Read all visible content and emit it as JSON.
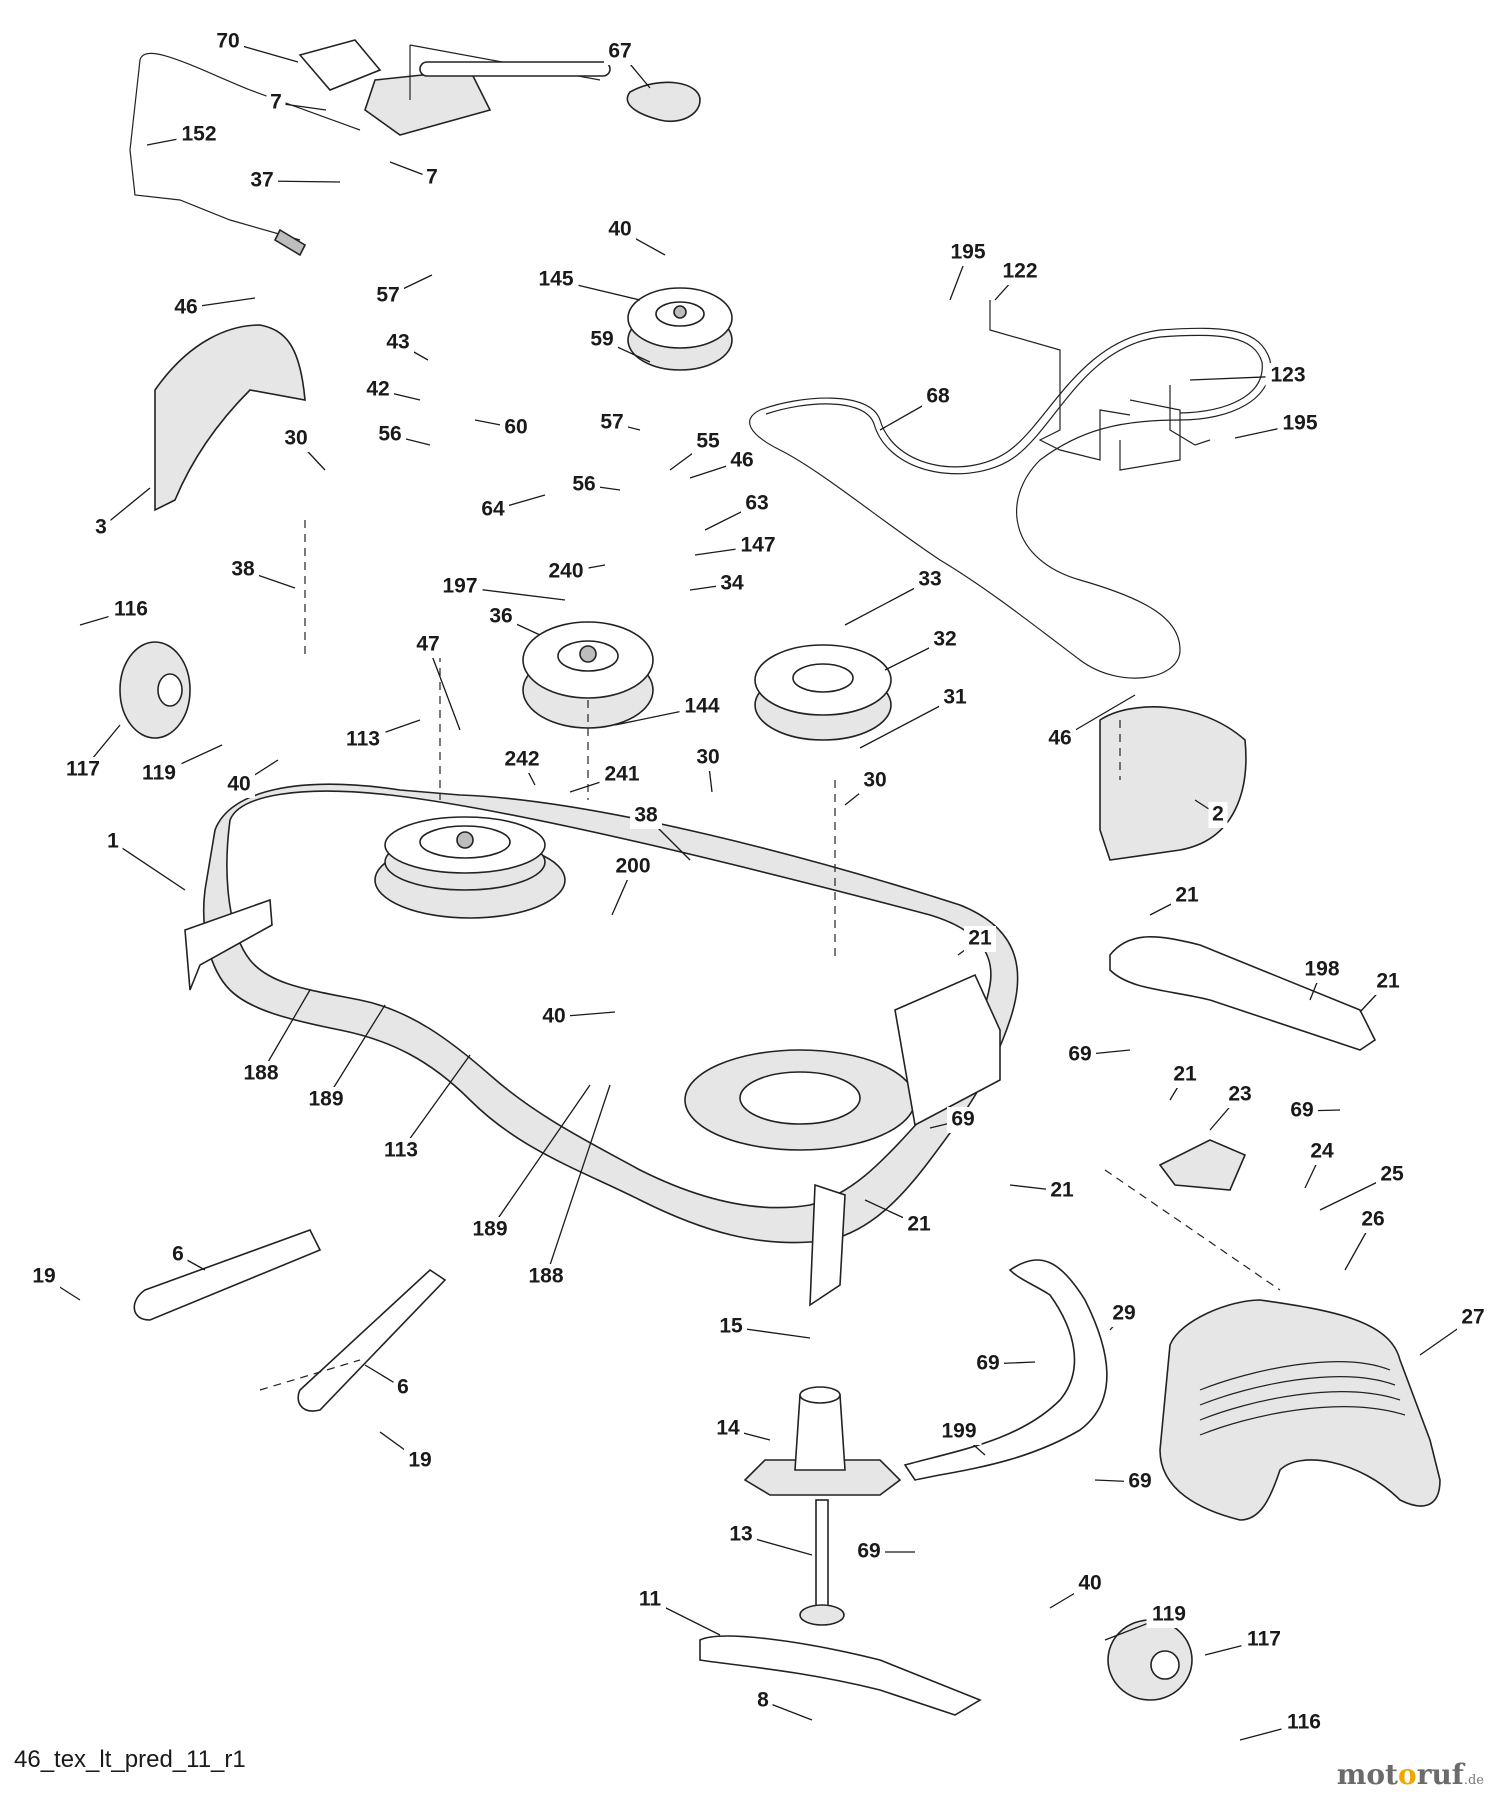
{
  "diagram_id": "46_tex_lt_pred_11_r1",
  "brand": {
    "name_start": "mot",
    "name_mid": "o",
    "name_end": "ruf",
    "tld": ".de"
  },
  "labels": [
    {
      "id": "70",
      "text": "70"
    },
    {
      "id": "67",
      "text": "67"
    },
    {
      "id": "7a",
      "text": "7"
    },
    {
      "id": "7b",
      "text": "7"
    },
    {
      "id": "152",
      "text": "152"
    },
    {
      "id": "37",
      "text": "37"
    },
    {
      "id": "40a",
      "text": "40"
    },
    {
      "id": "145",
      "text": "145"
    },
    {
      "id": "195a",
      "text": "195"
    },
    {
      "id": "122",
      "text": "122"
    },
    {
      "id": "46a",
      "text": "46"
    },
    {
      "id": "57a",
      "text": "57"
    },
    {
      "id": "59",
      "text": "59"
    },
    {
      "id": "43",
      "text": "43"
    },
    {
      "id": "123",
      "text": "123"
    },
    {
      "id": "42",
      "text": "42"
    },
    {
      "id": "68",
      "text": "68"
    },
    {
      "id": "195b",
      "text": "195"
    },
    {
      "id": "30a",
      "text": "30"
    },
    {
      "id": "56a",
      "text": "56"
    },
    {
      "id": "60",
      "text": "60"
    },
    {
      "id": "57b",
      "text": "57"
    },
    {
      "id": "55",
      "text": "55"
    },
    {
      "id": "46b",
      "text": "46"
    },
    {
      "id": "3",
      "text": "3"
    },
    {
      "id": "64",
      "text": "64"
    },
    {
      "id": "56b",
      "text": "56"
    },
    {
      "id": "63",
      "text": "63"
    },
    {
      "id": "147",
      "text": "147"
    },
    {
      "id": "38a",
      "text": "38"
    },
    {
      "id": "240",
      "text": "240"
    },
    {
      "id": "34",
      "text": "34"
    },
    {
      "id": "33",
      "text": "33"
    },
    {
      "id": "197",
      "text": "197"
    },
    {
      "id": "116a",
      "text": "116"
    },
    {
      "id": "36",
      "text": "36"
    },
    {
      "id": "32",
      "text": "32"
    },
    {
      "id": "47",
      "text": "47"
    },
    {
      "id": "144",
      "text": "144"
    },
    {
      "id": "31",
      "text": "31"
    },
    {
      "id": "46c",
      "text": "46"
    },
    {
      "id": "113a",
      "text": "113"
    },
    {
      "id": "117a",
      "text": "117"
    },
    {
      "id": "119a",
      "text": "119"
    },
    {
      "id": "40b",
      "text": "40"
    },
    {
      "id": "242",
      "text": "242"
    },
    {
      "id": "241",
      "text": "241"
    },
    {
      "id": "30b",
      "text": "30"
    },
    {
      "id": "30c",
      "text": "30"
    },
    {
      "id": "2",
      "text": "2"
    },
    {
      "id": "38b",
      "text": "38"
    },
    {
      "id": "200",
      "text": "200"
    },
    {
      "id": "1",
      "text": "1"
    },
    {
      "id": "21a",
      "text": "21"
    },
    {
      "id": "21b",
      "text": "21"
    },
    {
      "id": "198",
      "text": "198"
    },
    {
      "id": "21c",
      "text": "21"
    },
    {
      "id": "40c",
      "text": "40"
    },
    {
      "id": "188a",
      "text": "188"
    },
    {
      "id": "69a",
      "text": "69"
    },
    {
      "id": "189a",
      "text": "189"
    },
    {
      "id": "21d",
      "text": "21"
    },
    {
      "id": "23",
      "text": "23"
    },
    {
      "id": "69b",
      "text": "69"
    },
    {
      "id": "69c",
      "text": "69"
    },
    {
      "id": "113b",
      "text": "113"
    },
    {
      "id": "24",
      "text": "24"
    },
    {
      "id": "25",
      "text": "25"
    },
    {
      "id": "21e",
      "text": "21"
    },
    {
      "id": "189b",
      "text": "189"
    },
    {
      "id": "21f",
      "text": "21"
    },
    {
      "id": "26",
      "text": "26"
    },
    {
      "id": "6a",
      "text": "6"
    },
    {
      "id": "19a",
      "text": "19"
    },
    {
      "id": "188b",
      "text": "188"
    },
    {
      "id": "27",
      "text": "27"
    },
    {
      "id": "29",
      "text": "29"
    },
    {
      "id": "15",
      "text": "15"
    },
    {
      "id": "69d",
      "text": "69"
    },
    {
      "id": "6b",
      "text": "6"
    },
    {
      "id": "14",
      "text": "14"
    },
    {
      "id": "199",
      "text": "199"
    },
    {
      "id": "19b",
      "text": "19"
    },
    {
      "id": "69e",
      "text": "69"
    },
    {
      "id": "13",
      "text": "13"
    },
    {
      "id": "69f",
      "text": "69"
    },
    {
      "id": "40d",
      "text": "40"
    },
    {
      "id": "11",
      "text": "11"
    },
    {
      "id": "119b",
      "text": "119"
    },
    {
      "id": "117b",
      "text": "117"
    },
    {
      "id": "8",
      "text": "8"
    },
    {
      "id": "116b",
      "text": "116"
    }
  ]
}
